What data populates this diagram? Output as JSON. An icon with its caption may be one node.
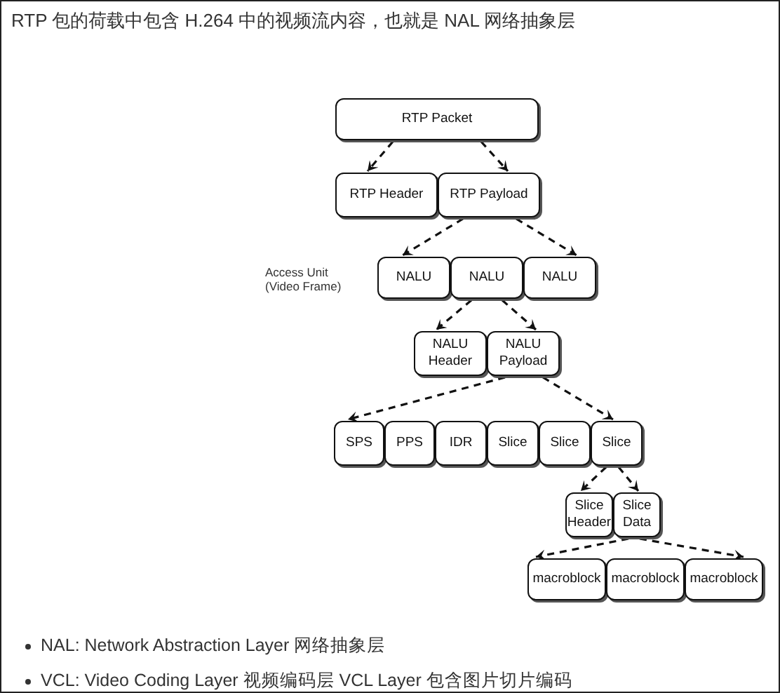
{
  "diagram": {
    "title": "RTP 包的荷载中包含 H.264 中的视频流内容，也就是 NAL 网络抽象层",
    "nodes": [
      {
        "text": [
          "RTP Packet"
        ]
      },
      {
        "text": [
          "RTP Header"
        ]
      },
      {
        "text": [
          "RTP Payload"
        ]
      },
      {
        "text": [
          "NALU"
        ]
      },
      {
        "text": [
          "NALU"
        ]
      },
      {
        "text": [
          "NALU"
        ]
      },
      {
        "text": [
          "NALU Header"
        ]
      },
      {
        "text": [
          "NALU Payload"
        ]
      },
      {
        "text": [
          "SPS"
        ]
      },
      {
        "text": [
          "PPS"
        ]
      },
      {
        "text": [
          "IDR"
        ]
      },
      {
        "text": [
          "Slice"
        ]
      },
      {
        "text": [
          "Slice"
        ]
      },
      {
        "text": [
          "Slice"
        ]
      },
      {
        "text": [
          "Slice Header"
        ]
      },
      {
        "text": [
          "Slice Data"
        ]
      },
      {
        "text": [
          "macroblock"
        ]
      },
      {
        "text": [
          "macroblock"
        ]
      },
      {
        "text": [
          "macroblock"
        ]
      }
    ],
    "edges": [
      {
        "from": 0,
        "to": 1,
        "arrow": "to",
        "style": "dashed"
      },
      {
        "from": 0,
        "to": 2,
        "arrow": "to",
        "style": "dashed"
      },
      {
        "from": 2,
        "to": 3,
        "arrow": "to",
        "style": "dashed"
      },
      {
        "from": 2,
        "to": 5,
        "arrow": "to",
        "style": "dashed"
      },
      {
        "from": 4,
        "to": 6,
        "arrow": "to",
        "style": "dashed"
      },
      {
        "from": 4,
        "to": 7,
        "arrow": "to",
        "style": "dashed"
      },
      {
        "from": 7,
        "to": 8,
        "arrow": "to",
        "style": "dashed"
      },
      {
        "from": 7,
        "to": 13,
        "arrow": "to",
        "style": "dashed"
      },
      {
        "from": 13,
        "to": 14,
        "arrow": "to",
        "style": "dashed"
      },
      {
        "from": 13,
        "to": 15,
        "arrow": "to",
        "style": "dashed"
      },
      {
        "from": 15,
        "to": 16,
        "arrow": "to",
        "style": "dashed"
      },
      {
        "from": 15,
        "to": 18,
        "arrow": "to",
        "style": "dashed"
      }
    ],
    "labels": [
      "Access Unit (Video Frame)",
      "NAL: Network Abstraction Layer 网络抽象层",
      "VCL: Video Coding Layer 视频编码层 VCL Layer 包含图片切片编码"
    ]
  }
}
